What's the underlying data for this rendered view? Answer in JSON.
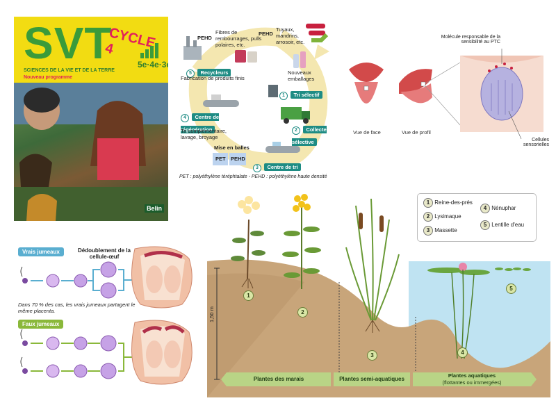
{
  "cover": {
    "title": "SVT",
    "cycle": "CYCLE 4",
    "levels": "5e·4e·3e",
    "subtitle": "SCIENCES DE LA VIE ET DE LA TERRE",
    "program": "Nouveau programme",
    "publisher": "Belin"
  },
  "recycling": {
    "pehd_left_label": "PEHD",
    "pehd_left_items": "Fibres de rembourrages, pulls polaires, etc.",
    "pehd_right_label": "PEHD",
    "pehd_right_items": "Tuyaux, mandrins, arrosoir, etc.",
    "new_packaging": "Nouveaux emballages",
    "step1": "Tri sélectif",
    "step2": "Collecte sélective",
    "step3": "Centre de tri",
    "step4": "Centre de régénération",
    "step4_desc": "Tri complémentaire, lavage, broyage",
    "step5": "Recycleurs",
    "step5_desc": "Fabrication de produits finis",
    "bales": "Mise en balles",
    "pet": "PET",
    "pehd": "PEHD",
    "num1": "1",
    "num2": "2",
    "num3": "3",
    "num4": "4",
    "num5": "5",
    "footnote": "PET : polyéthylène téréphtalate - PEHD : polyéthylène haute densité"
  },
  "tongue": {
    "front": "Vue de face",
    "profile": "Vue de profil",
    "molecule": "Molécule responsable de la sensibilité au PTC",
    "cells": "Cellules sensorielles"
  },
  "twins": {
    "identical": "Vrais jumeaux",
    "split": "Dédoublement de la cellule-œuf",
    "note": "Dans 70 % des cas, les vrais jumeaux partagent le même placenta.",
    "fraternal": "Faux jumeaux"
  },
  "plants": {
    "legend": [
      {
        "num": "1",
        "name": "Reine-des-prés"
      },
      {
        "num": "2",
        "name": "Lysimaque"
      },
      {
        "num": "3",
        "name": "Massette"
      },
      {
        "num": "4",
        "name": "Nénuphar"
      },
      {
        "num": "5",
        "name": "Lentille d'eau"
      }
    ],
    "scale": "1,50 m",
    "zone1": "Plantes des marais",
    "zone2": "Plantes semi-aquatiques",
    "zone3a": "Plantes aquatiques",
    "zone3b": "(flottantes ou immergées)",
    "n1": "1",
    "n2": "2",
    "n3": "3",
    "n4": "4",
    "n5": "5"
  },
  "colors": {
    "cover_yellow": "#f2dc12",
    "teal": "#1e8c84",
    "identical_blue": "#5aaed0",
    "fraternal_green": "#8ab83a",
    "zone_green": "#b9d486"
  }
}
